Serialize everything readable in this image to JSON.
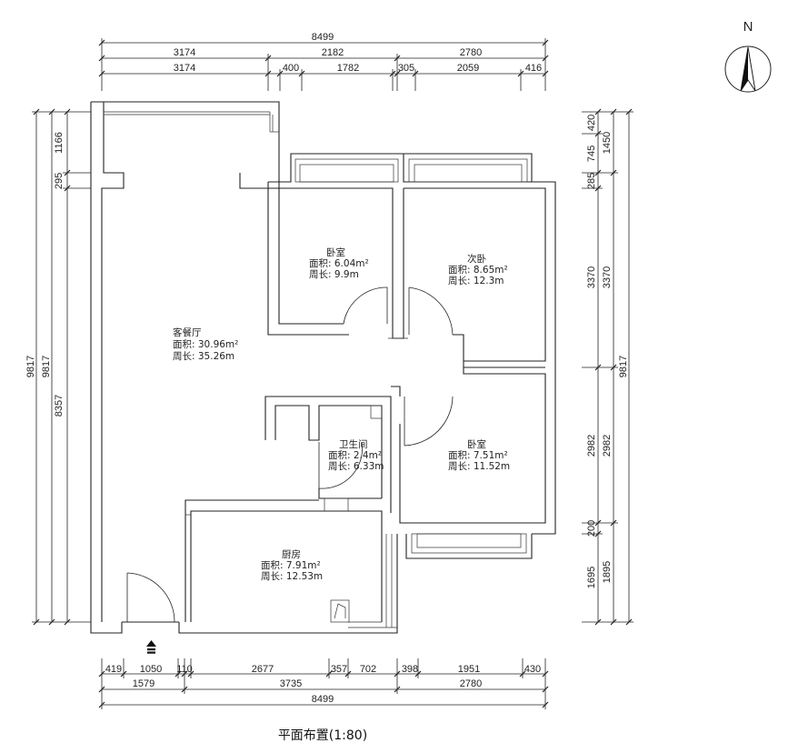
{
  "compass": {
    "north_label": "N"
  },
  "title": "平面布置(1:80)",
  "dims_top": {
    "total": "8499",
    "row2": [
      "3174",
      "2182",
      "2780"
    ],
    "row3": [
      "3174",
      "400",
      "1782",
      "305",
      "2059",
      "416"
    ]
  },
  "dims_bottom": {
    "row1": [
      "419",
      "1050",
      "110",
      "2677",
      "357",
      "702",
      "398",
      "1951",
      "430"
    ],
    "row2": [
      "1579",
      "3735",
      "2780"
    ],
    "total": "8499"
  },
  "dims_left": {
    "total_outer": "9817",
    "total_inner": "9817",
    "parts": [
      "1166",
      "295",
      "8357"
    ]
  },
  "dims_right": {
    "total": "9817",
    "outer": [
      "1450",
      "3370",
      "2982",
      "1895"
    ],
    "inner": [
      "420",
      "745",
      "285",
      "3370",
      "2982",
      "200",
      "1695"
    ]
  },
  "rooms": [
    {
      "name": "客餐厅",
      "area": "面积: 30.96m²",
      "perimeter": "周长: 35.26m"
    },
    {
      "name": "卧室",
      "area": "面积: 6.04m²",
      "perimeter": "周长: 9.9m"
    },
    {
      "name": "次卧",
      "area": "面积: 8.65m²",
      "perimeter": "周长: 12.3m"
    },
    {
      "name": "卫生间",
      "area": "面积: 2.4m²",
      "perimeter": "周长: 6.33m"
    },
    {
      "name": "卧室",
      "area": "面积: 7.51m²",
      "perimeter": "周长: 11.52m"
    },
    {
      "name": "厨房",
      "area": "面积: 7.91m²",
      "perimeter": "周长: 12.53m"
    }
  ]
}
